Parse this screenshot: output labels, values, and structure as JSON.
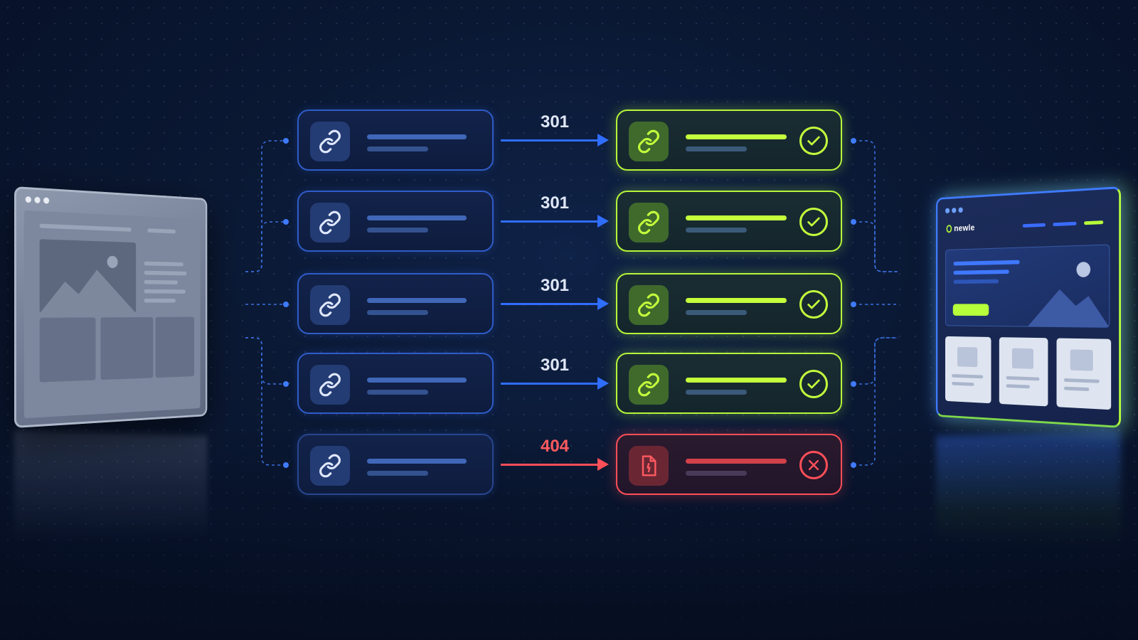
{
  "new_site": {
    "logo": "newle",
    "accent_color": "#b6ff3a",
    "primary_color": "#3f78ff"
  },
  "old_site": {
    "color": "#8d98ad"
  },
  "redirects": [
    {
      "code": "301",
      "status": "success",
      "source_icon": "link-icon",
      "target_icon": "link-icon",
      "status_icon": "check-icon"
    },
    {
      "code": "301",
      "status": "success",
      "source_icon": "link-icon",
      "target_icon": "link-icon",
      "status_icon": "check-icon"
    },
    {
      "code": "301",
      "status": "success",
      "source_icon": "link-icon",
      "target_icon": "link-icon",
      "status_icon": "check-icon"
    },
    {
      "code": "301",
      "status": "success",
      "source_icon": "link-icon",
      "target_icon": "link-icon",
      "status_icon": "check-icon"
    },
    {
      "code": "404",
      "status": "error",
      "source_icon": "link-icon",
      "target_icon": "broken-file-icon",
      "status_icon": "x-icon"
    }
  ],
  "colors": {
    "redirect": "#2f6dff",
    "success": "#b6f53a",
    "error": "#ff4f58"
  }
}
